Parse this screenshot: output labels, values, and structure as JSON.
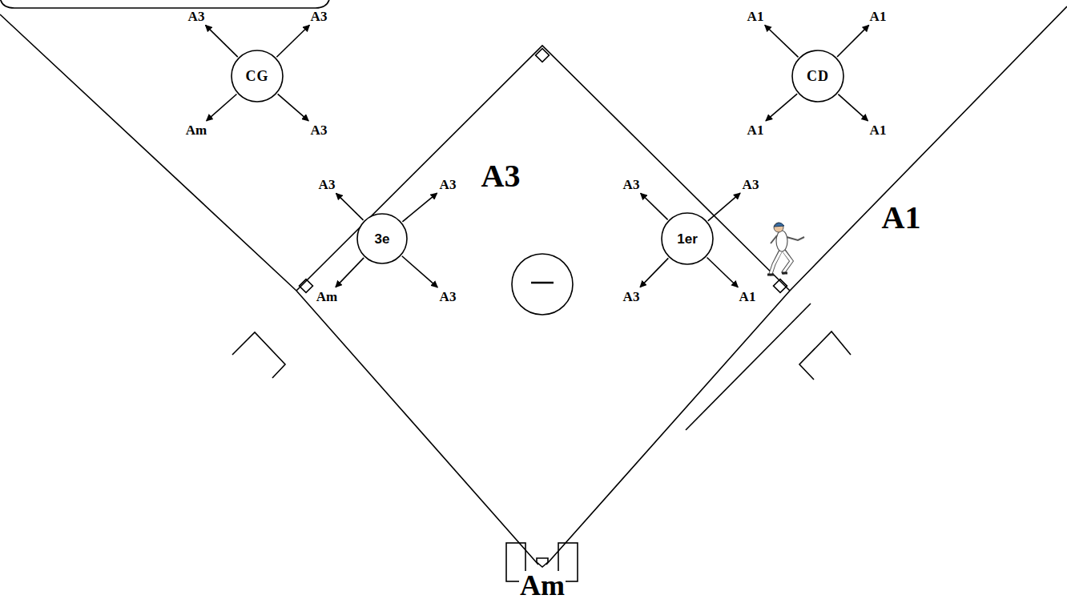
{
  "diagram": {
    "nodes": [
      {
        "text": [
          "CG"
        ]
      },
      {
        "text": [
          "CD"
        ]
      },
      {
        "text": [
          "3e"
        ]
      },
      {
        "text": [
          "1er"
        ]
      }
    ],
    "labels": [
      "A3",
      "A3",
      "Am",
      "A3",
      "A1",
      "A1",
      "A1",
      "A1",
      "A3",
      "A3",
      "Am",
      "A3",
      "A3",
      "A3",
      "A3",
      "A1",
      "A3",
      "A1",
      "Am"
    ]
  }
}
